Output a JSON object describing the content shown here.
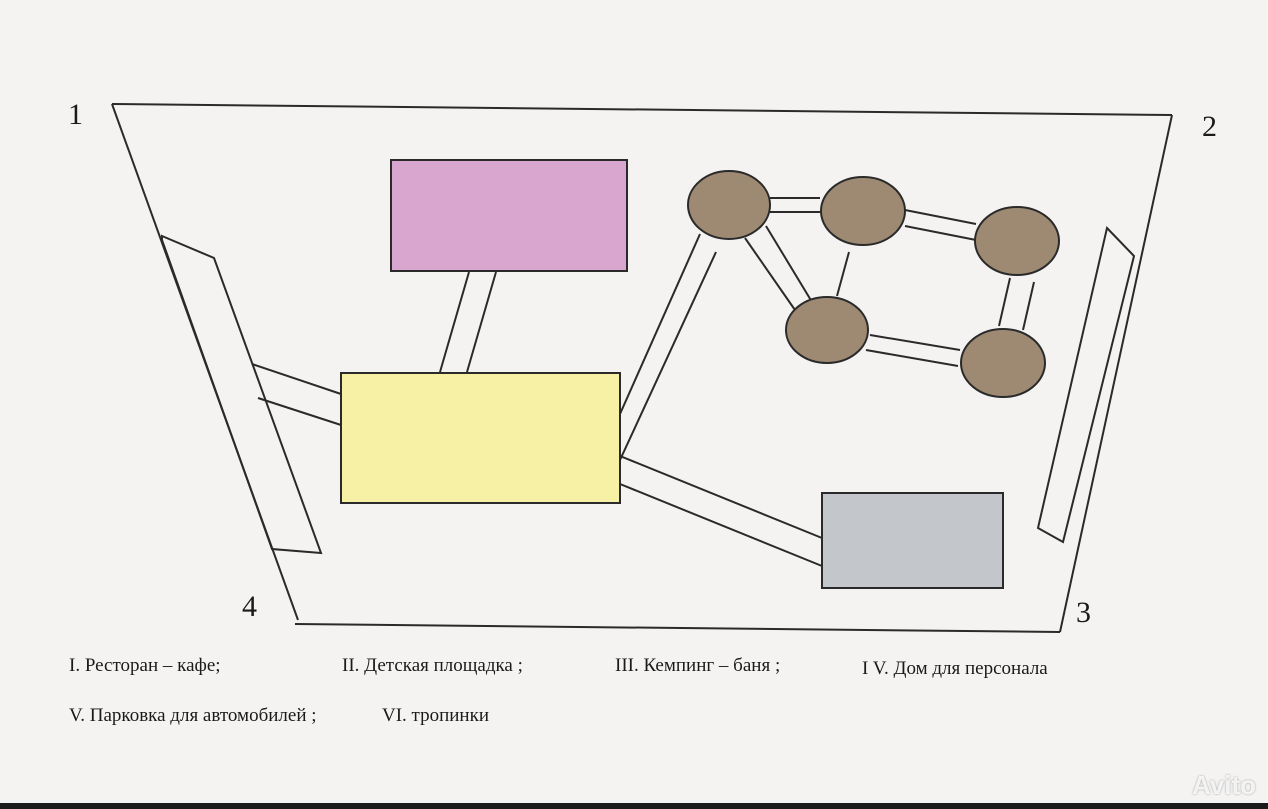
{
  "corners": [
    "1",
    "2",
    "3",
    "4"
  ],
  "legend": [
    "I.  Ресторан – кафе;",
    "II.  Детская площадка ;",
    "III. Кемпинг – баня ;",
    "I V. Дом для персонала",
    "V. Парковка для автомобилей ;",
    "VI. тропинки"
  ],
  "watermark": "Avito",
  "colors": {
    "restaurant": "#f7f1a6",
    "playground": "#d8a6cf",
    "staff_house": "#c3c6cb",
    "camping": "#9e8a72",
    "outline": "#2a2a2a"
  }
}
